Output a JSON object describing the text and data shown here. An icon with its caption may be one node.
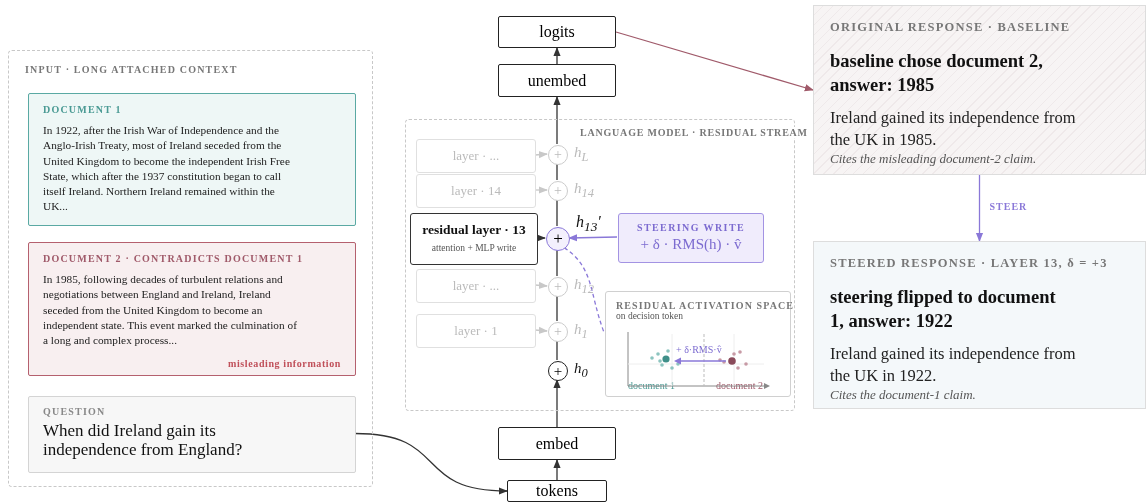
{
  "diagram": {
    "nodes": [
      {
        "text": [
          "INPUT · LONG ATTACHED CONTEXT"
        ]
      },
      {
        "text": [
          "DOCUMENT 1",
          "In 1922, after the Irish War of Independence and the Anglo-Irish Treaty, most of Ireland seceded from the United Kingdom to become the independent Irish Free State, which after the 1937 constitution began to call itself Ireland. Northern Ireland remained within the UK..."
        ],
        "in": 0
      },
      {
        "text": [
          "DOCUMENT 2 · CONTRADICTS DOCUMENT 1",
          "In 1985, following decades of turbulent relations and negotiations between England and Ireland, Ireland seceded from the United Kingdom to become an independent state. This event marked the culmination of a long and complex process...",
          "misleading information"
        ],
        "in": 0
      },
      {
        "text": [
          "QUESTION",
          "When did Ireland gain its independence from England?"
        ],
        "in": 0
      },
      {
        "text": [
          "tokens"
        ]
      },
      {
        "text": [
          "embed"
        ]
      },
      {
        "text": [
          "LANGUAGE MODEL · RESIDUAL STREAM"
        ]
      },
      {
        "text": [
          "+"
        ],
        "beside": [
          "h$_{0}$"
        ],
        "in": 6
      },
      {
        "text": [
          "layer · 1"
        ],
        "in": 6
      },
      {
        "text": [
          "+"
        ],
        "beside": [
          "h$_{1}$"
        ],
        "in": 6
      },
      {
        "text": [
          "layer · ..."
        ],
        "in": 6
      },
      {
        "text": [
          "+"
        ],
        "beside": [
          "h$_{12}$"
        ],
        "in": 6
      },
      {
        "text": [
          "residual layer · 13",
          "attention + MLP write"
        ],
        "in": 6
      },
      {
        "text": [
          "+"
        ],
        "beside": [
          "h$_{13}$′"
        ],
        "in": 6
      },
      {
        "text": [
          "STEERING WRITE",
          "+ δ · RMS(h) · v̂"
        ],
        "in": 6
      },
      {
        "text": [
          "layer · 14"
        ],
        "in": 6
      },
      {
        "text": [
          "+"
        ],
        "beside": [
          "h$_{14}$"
        ],
        "in": 6
      },
      {
        "text": [
          "layer · ..."
        ],
        "in": 6
      },
      {
        "text": [
          "+"
        ],
        "beside": [
          "h$_{L}$"
        ],
        "in": 6
      },
      {
        "text": [
          "RESIDUAL ACTIVATION SPACE",
          "on decision token",
          "+ δ·RMS·v̂",
          "document 1",
          "document 2"
        ],
        "in": 6
      },
      {
        "text": [
          "unembed"
        ]
      },
      {
        "text": [
          "logits"
        ]
      },
      {
        "text": [
          "ORIGINAL RESPONSE · BASELINE",
          "baseline chose document 2, answer: 1985",
          "Ireland gained its independence from the UK in 1985.",
          "Cites the misleading document-2 claim."
        ]
      },
      {
        "text": [
          "STEERED RESPONSE · LAYER 13, δ = +3",
          "steering flipped to document 1, answer: 1922",
          "Ireland gained its independence from the UK in 1922.",
          "Cites the document-1 claim."
        ]
      }
    ],
    "edges": [
      {
        "from": 3,
        "to": 4,
        "arrow": "to"
      },
      {
        "from": 4,
        "to": 5,
        "arrow": "to"
      },
      {
        "from": 5,
        "to": 7,
        "arrow": "to"
      },
      {
        "from": 7,
        "to": 9,
        "arrow": "none"
      },
      {
        "from": 9,
        "to": 11,
        "arrow": "none"
      },
      {
        "from": 11,
        "to": 13,
        "arrow": "none"
      },
      {
        "from": 13,
        "to": 16,
        "arrow": "none"
      },
      {
        "from": 16,
        "to": 18,
        "arrow": "none"
      },
      {
        "from": 8,
        "to": 9,
        "arrow": "to",
        "color": "#c8c8c8"
      },
      {
        "from": 10,
        "to": 11,
        "arrow": "to",
        "color": "#c8c8c8"
      },
      {
        "from": 12,
        "to": 13,
        "arrow": "to"
      },
      {
        "from": 14,
        "to": 13,
        "arrow": "to",
        "color": "#8a78d8"
      },
      {
        "from": 15,
        "to": 16,
        "arrow": "to",
        "color": "#c8c8c8"
      },
      {
        "from": 17,
        "to": 18,
        "arrow": "to",
        "color": "#c8c8c8"
      },
      {
        "from": 13,
        "to": 19,
        "arrow": "none",
        "style": "dashed",
        "color": "#8a78d8"
      },
      {
        "from": 18,
        "to": 20,
        "arrow": "to"
      },
      {
        "from": 20,
        "to": 21,
        "arrow": "to"
      },
      {
        "from": 21,
        "to": 22,
        "arrow": "to",
        "color": "#a05a6a"
      },
      {
        "from": 22,
        "to": 23,
        "arrow": "to",
        "label": "STEER",
        "color": "#8a78d8"
      }
    ]
  }
}
